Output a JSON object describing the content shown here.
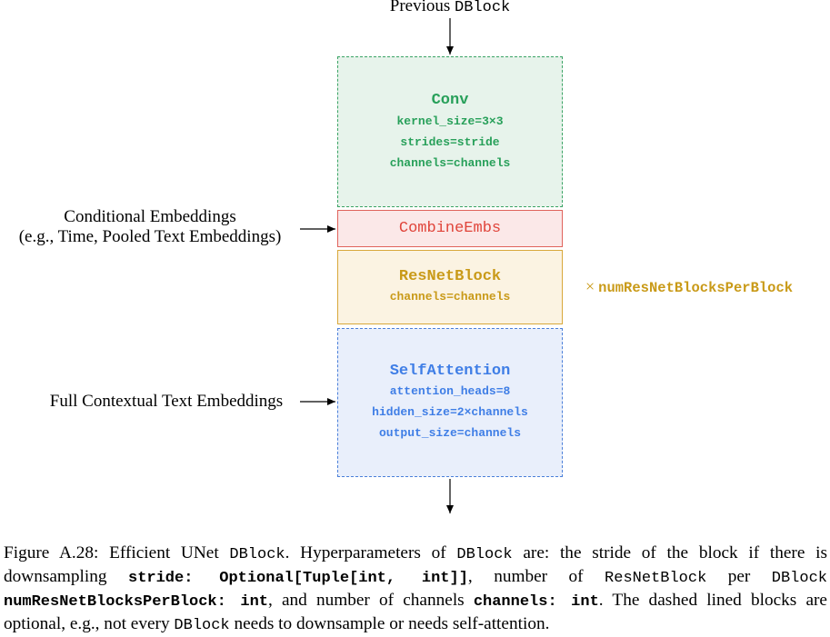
{
  "diagram": {
    "input_label_text": "Previous ",
    "input_label_code": "DBlock",
    "conv": {
      "title": "Conv",
      "params": [
        "kernel_size=3×3",
        "strides=stride",
        "channels=channels"
      ]
    },
    "combine": {
      "title": "CombineEmbs"
    },
    "resnet": {
      "title": "ResNetBlock",
      "params": [
        "channels=channels"
      ]
    },
    "attention": {
      "title": "SelfAttention",
      "params": [
        "attention_heads=8",
        "hidden_size=2×channels",
        "output_size=channels"
      ]
    },
    "cond_label_line1": "Conditional Embeddings",
    "cond_label_line2": "(e.g., Time, Pooled Text Embeddings)",
    "text_label": "Full Contextual Text Embeddings",
    "repeat_times": "×",
    "repeat_name": "numResNetBlocksPerBlock"
  },
  "caption": {
    "p1": "Figure A.28: Efficient UNet ",
    "c1": "DBlock",
    "p2": ". Hyperparameters of ",
    "c2": "DBlock",
    "p3": " are: the stride of the block if there is downsampling ",
    "c3": "stride: Optional[Tuple[int, int]]",
    "p4": ", number of ",
    "c4": "ResNetBlock",
    "p5": " per ",
    "c5": "DBlock",
    "p6": " ",
    "c6": "numResNetBlocksPerBlock: int",
    "p7": ", and number of channels ",
    "c7": "channels: int",
    "p8": ". The dashed lined blocks are optional, e.g., not every ",
    "c8": "DBlock",
    "p9": " needs to downsample or needs self-attention."
  },
  "colors": {
    "conv": "#28a05a",
    "combine": "#e0443a",
    "resnet": "#c99a18",
    "attention": "#3f7ee6"
  }
}
